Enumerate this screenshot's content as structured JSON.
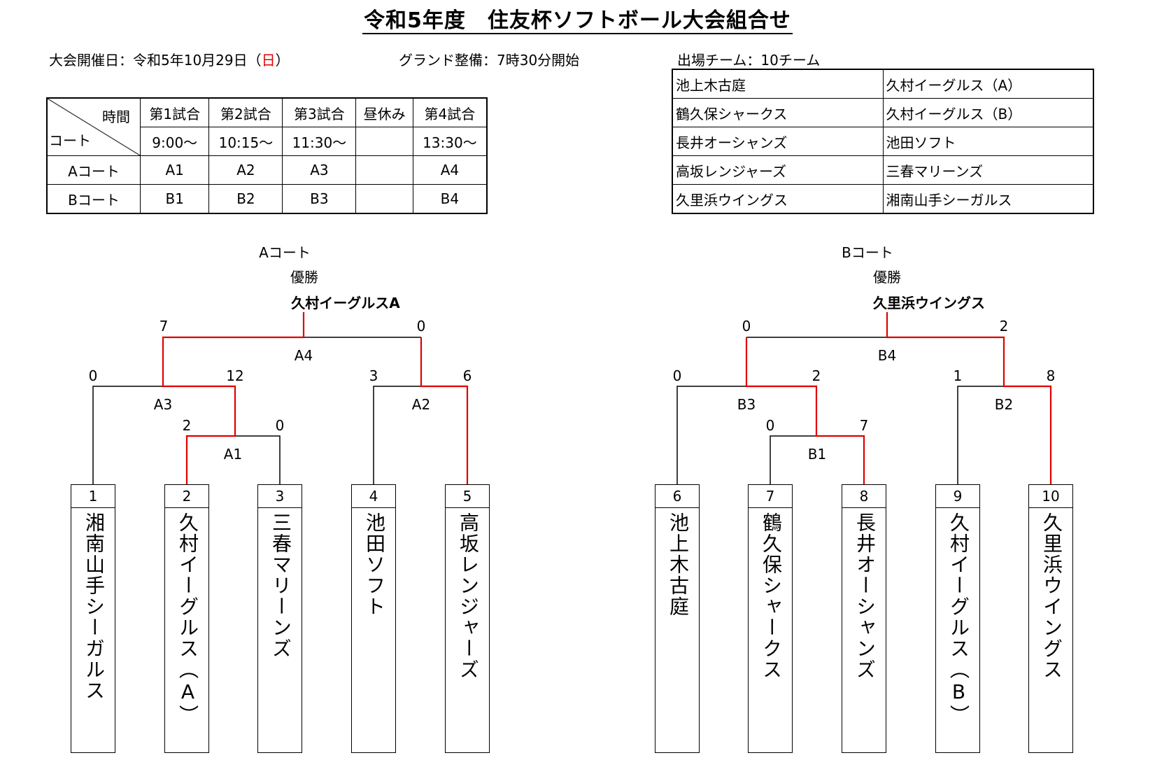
{
  "title": "令和5年度　住友杯ソフトボール大会組合せ",
  "info": {
    "date_label": "大会開催日：令和5年10月29日（",
    "date_day": "日",
    "date_close": "）",
    "ground": "グランド整備：7時30分開始",
    "teams_count": "出場チーム：10チーム"
  },
  "schedule": {
    "corner_top": "時間",
    "corner_bottom": "コート",
    "headers": [
      "第1試合",
      "第2試合",
      "第3試合",
      "昼休み",
      "第4試合"
    ],
    "times": [
      "9:00～",
      "10:15～",
      "11:30～",
      "",
      "13:30～"
    ],
    "rows": [
      {
        "court": "Aコート",
        "games": [
          "A1",
          "A2",
          "A3",
          "",
          "A4"
        ]
      },
      {
        "court": "Bコート",
        "games": [
          "B1",
          "B2",
          "B3",
          "",
          "B4"
        ]
      }
    ]
  },
  "teams_table": [
    [
      "池上木古庭",
      "久村イーグルス（A）"
    ],
    [
      "鶴久保シャークス",
      "久村イーグルス（B）"
    ],
    [
      "長井オーシャンズ",
      "池田ソフト"
    ],
    [
      "高坂レンジャーズ",
      "三春マリーンズ"
    ],
    [
      "久里浜ウイングス",
      "湘南山手シーガルス"
    ]
  ],
  "bracket_a": {
    "court": "Aコート",
    "champion_label": "優勝",
    "champion": "久村イーグルスA",
    "teams": [
      {
        "num": "1",
        "name": "湘南山手シーガルス"
      },
      {
        "num": "2",
        "name": "久村イーグルス（A）"
      },
      {
        "num": "3",
        "name": "三春マリーンズ"
      },
      {
        "num": "4",
        "name": "池田ソフト"
      },
      {
        "num": "5",
        "name": "高坂レンジャーズ"
      }
    ],
    "games": {
      "A1": {
        "label": "A1",
        "left": "2",
        "right": "0"
      },
      "A2": {
        "label": "A2",
        "left": "3",
        "right": "6"
      },
      "A3": {
        "label": "A3",
        "left": "0",
        "right": "12"
      },
      "A4": {
        "label": "A4",
        "left": "7",
        "right": "0"
      }
    }
  },
  "bracket_b": {
    "court": "Bコート",
    "champion_label": "優勝",
    "champion": "久里浜ウイングス",
    "teams": [
      {
        "num": "6",
        "name": "池上木古庭"
      },
      {
        "num": "7",
        "name": "鶴久保シャークス"
      },
      {
        "num": "8",
        "name": "長井オーシャンズ"
      },
      {
        "num": "9",
        "name": "久村イーグルス（B）"
      },
      {
        "num": "10",
        "name": "久里浜ウイングス"
      }
    ],
    "games": {
      "B1": {
        "label": "B1",
        "left": "0",
        "right": "7"
      },
      "B2": {
        "label": "B2",
        "left": "1",
        "right": "8"
      },
      "B3": {
        "label": "B3",
        "left": "0",
        "right": "2"
      },
      "B4": {
        "label": "B4",
        "left": "0",
        "right": "2"
      }
    }
  },
  "colors": {
    "winner_line": "#e00000",
    "loser_line": "#000000"
  }
}
